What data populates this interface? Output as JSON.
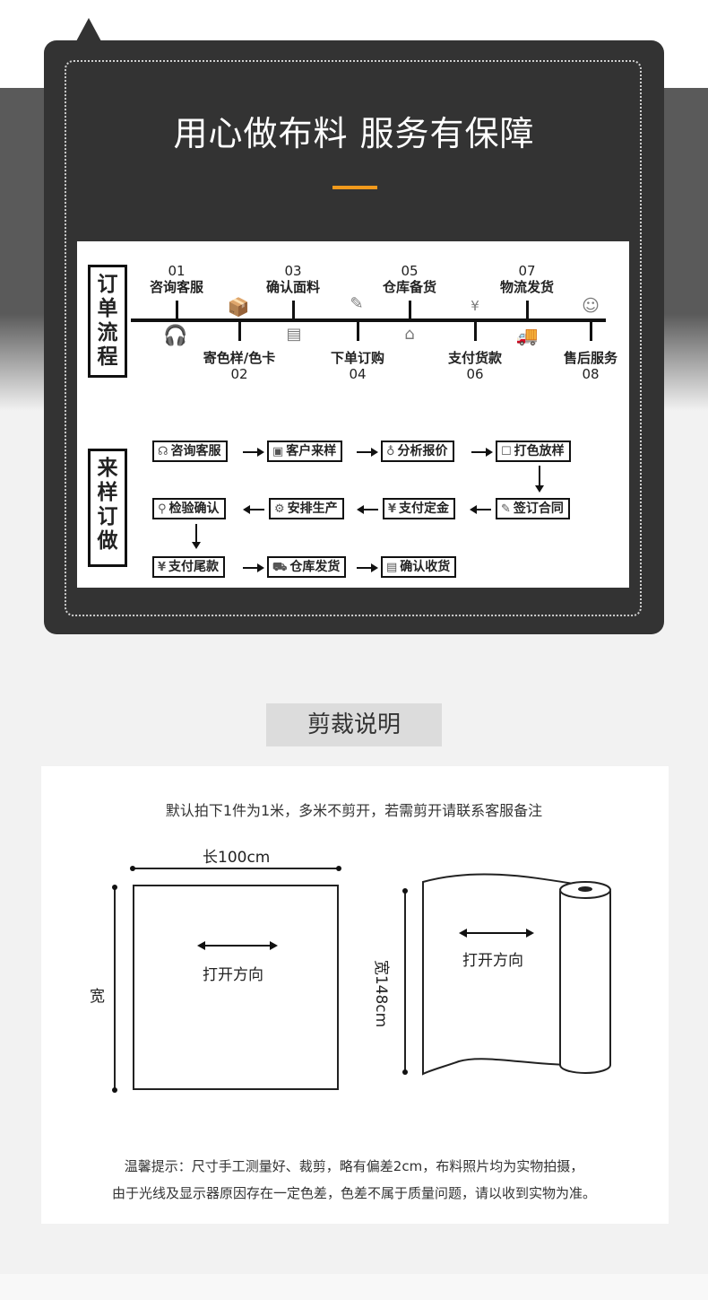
{
  "header": {
    "headline": "用心做布料 服务有保障",
    "accent_color": "#f19a1c"
  },
  "order_flow": {
    "label": [
      "订",
      "单",
      "流",
      "程"
    ],
    "steps_top": [
      {
        "num": "01",
        "label": "咨询客服",
        "icon": "headset-icon"
      },
      {
        "num": "03",
        "label": "确认面料",
        "icon": "document-check-icon"
      },
      {
        "num": "05",
        "label": "仓库备货",
        "icon": "warehouse-icon"
      },
      {
        "num": "07",
        "label": "物流发货",
        "icon": "truck-icon"
      }
    ],
    "steps_bottom": [
      {
        "num": "02",
        "label": "寄色样/色卡",
        "icon": "box-icon"
      },
      {
        "num": "04",
        "label": "下单订购",
        "icon": "edit-form-icon"
      },
      {
        "num": "06",
        "label": "支付货款",
        "icon": "payment-icon"
      },
      {
        "num": "08",
        "label": "售后服务",
        "icon": "smile-icon"
      }
    ]
  },
  "sample_flow": {
    "label": [
      "来",
      "样",
      "订",
      "做"
    ],
    "row1": [
      "咨询客服",
      "客户来样",
      "分析报价",
      "打色放样"
    ],
    "row2": [
      "检验确认",
      "安排生产",
      "支付定金",
      "签订合同"
    ],
    "row3": [
      "支付尾款",
      "仓库发货",
      "确认收货"
    ]
  },
  "cutting": {
    "tab_title": "剪裁说明",
    "note": "默认拍下1件为1米，多米不剪开，若需剪开请联系客服备注",
    "length_label": "长100cm",
    "width_label": "宽",
    "roll_width_label": "宽148cm",
    "open_direction": "打开方向",
    "tip_line1": "温馨提示：尺寸手工测量好、裁剪，略有偏差2cm，布料照片均为实物拍摄，",
    "tip_line2": "由于光线及显示器原因存在一定色差，色差不属于质量问题，请以收到实物为准。"
  }
}
